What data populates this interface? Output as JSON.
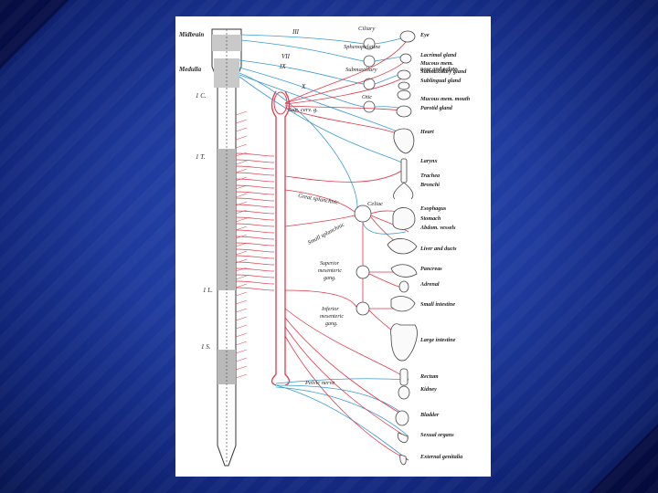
{
  "figure": {
    "left_labels": {
      "midbrain": "Midbrain",
      "medulla": "Medulla",
      "c1": "1 C.",
      "t1": "1 T.",
      "l1": "1 L.",
      "s1": "1 S."
    },
    "cranial_nerves": {
      "iii": "III",
      "vii": "VII",
      "ix": "IX",
      "x": "X"
    },
    "ganglia": {
      "ciliary": "Ciliary",
      "sphenopalatine": "Sphenopalatine",
      "submaxillary": "Submaxillary",
      "otic": "Otic",
      "sup_cerv": "Sup. cerv. g.",
      "great_splanchnic": "Great splanchnic",
      "small_splanchnic": "Small splanchnic",
      "celiac": "Celiac",
      "superior_mesenteric": [
        "Superior",
        "mesenteric",
        "gang."
      ],
      "inferior_mesenteric": [
        "Inferior",
        "mesenteric",
        "gang."
      ],
      "pelvic_nerve": "Pelvic nerve"
    },
    "organs": [
      [
        "Eye"
      ],
      [
        "Lacrimal gland"
      ],
      [
        "Mucous mem.",
        "nose and palate"
      ],
      [
        "Submaxillary gland"
      ],
      [
        "Sublingual gland"
      ],
      [
        "Mucous mem. mouth"
      ],
      [
        "Parotid gland"
      ],
      [
        "Heart"
      ],
      [
        "Larynx"
      ],
      [
        "Trachea"
      ],
      [
        "Bronchi"
      ],
      [
        "Esophagus"
      ],
      [
        "Stomach"
      ],
      [
        "Abdom. vessels"
      ],
      [
        "Liver and ducts"
      ],
      [
        "Pancreas"
      ],
      [
        "Adrenal"
      ],
      [
        "Small intestine"
      ],
      [
        "Large intestine"
      ],
      [
        "Rectum"
      ],
      [
        "Kidney"
      ],
      [
        "Bladder"
      ],
      [
        "Sexual organs"
      ],
      [
        "External genitalia"
      ]
    ],
    "colors": {
      "sympathetic": "#e0394a",
      "parasympathetic": "#3a9bd0",
      "cord_gray": "#9a9a9a",
      "ink": "#222222"
    }
  }
}
